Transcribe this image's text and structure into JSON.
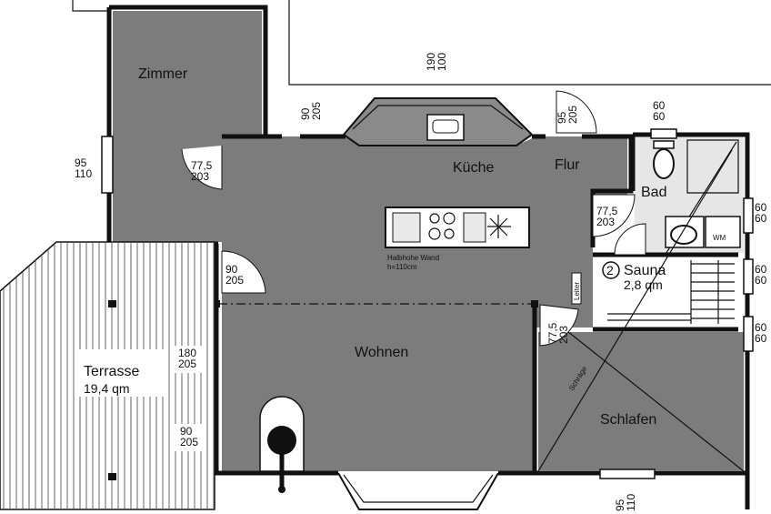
{
  "rooms": {
    "zimmer": "Zimmer",
    "kueche": "Küche",
    "flur": "Flur",
    "bad": "Bad",
    "wohnen": "Wohnen",
    "schlafen": "Schlafen",
    "terrasse": "Terrasse",
    "terrasse_area": "19,4 qm",
    "sauna_number": "2",
    "sauna": "Sauna",
    "sauna_area": "2,8 qm"
  },
  "dimensions": {
    "window_top": [
      "190",
      "100"
    ],
    "window_kitchen_left": [
      "90",
      "205"
    ],
    "window_flur": [
      "95",
      "205"
    ],
    "window_bad": [
      "60",
      "60"
    ],
    "window_zimmer_left": [
      "95",
      "110"
    ],
    "door_zimmer": [
      "77,5",
      "203"
    ],
    "door_bad": [
      "77,5",
      "203"
    ],
    "door_wohnen": [
      "90",
      "205"
    ],
    "door_terrasse_1": [
      "180",
      "205"
    ],
    "door_terrasse_2": [
      "90",
      "205"
    ],
    "door_schlafen": [
      "77,5",
      "203"
    ],
    "window_right_1": [
      "60",
      "60"
    ],
    "window_right_2": [
      "60",
      "60"
    ],
    "window_right_3": [
      "60",
      "60"
    ],
    "window_bottom_right": [
      "95",
      "110"
    ]
  },
  "annotations": {
    "half_wall": "Halbhohe Wand",
    "half_wall_height": "h=110cm",
    "sauna_slope": "Schräge",
    "bad_fixture": "WM",
    "ladder": "Leiter"
  }
}
